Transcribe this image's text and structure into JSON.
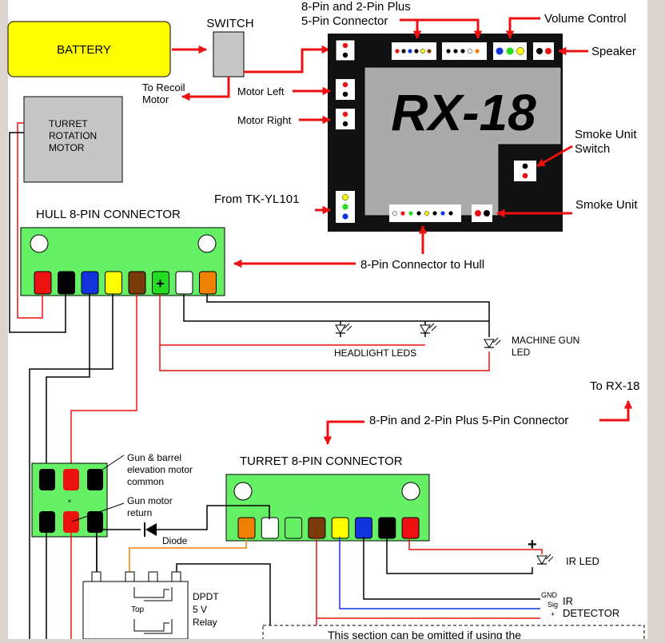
{
  "labels": {
    "battery": "BATTERY",
    "switch": "SWITCH",
    "to_recoil_1": "To Recoil",
    "to_recoil_2": "Motor",
    "turret_motor_1": "TURRET",
    "turret_motor_2": "ROTATION",
    "turret_motor_3": "MOTOR",
    "top_conn_1": "8-Pin and 2-Pin Plus",
    "top_conn_2": "5-Pin Connector",
    "volume": "Volume Control",
    "speaker": "Speaker",
    "motor_left": "Motor Left",
    "motor_right": "Motor Right",
    "rx18": "RX-18",
    "smoke_switch_1": "Smoke Unit",
    "smoke_switch_2": "Switch",
    "smoke_unit": "Smoke Unit",
    "from_tk": "From TK-YL101",
    "hull_conn_title": "HULL 8-PIN CONNECTOR",
    "to_hull": "8-Pin Connector to Hull",
    "headlight_leds": "HEADLIGHT LEDS",
    "mg_led_1": "MACHINE GUN",
    "mg_led_2": "LED",
    "to_rx18": "To RX-18",
    "turret_plug": "8-Pin and 2-Pin Plus 5-Pin Connector",
    "turret_conn_title": "TURRET 8-PIN CONNECTOR",
    "gun_common_1": "Gun & barrel",
    "gun_common_2": "elevation motor",
    "gun_common_3": "common",
    "gun_return_1": "Gun motor",
    "gun_return_2": "return",
    "diode": "Diode",
    "relay_top": "Top",
    "relay_1": "DPDT",
    "relay_2": "5 V",
    "relay_3": "Relay",
    "plus": "+",
    "ir_led": "IR LED",
    "gnd": "GND",
    "sig": "Sig",
    "plus_small": "+",
    "ir": "IR",
    "detector": "DETECTOR",
    "note": "This section can be omitted if using the",
    "x_mark": "×"
  },
  "colors": {
    "red": "#ee1111",
    "black": "#000000",
    "blue": "#1133dd",
    "yellow": "#ffff00",
    "brown": "#7a3a0a",
    "green": "#22dd22",
    "white": "#ffffff",
    "orange": "#f08000",
    "board_green": "#66f066",
    "battery": "#ffff00",
    "rx_body": "#111111",
    "rx_panel": "#aaaaaa"
  }
}
